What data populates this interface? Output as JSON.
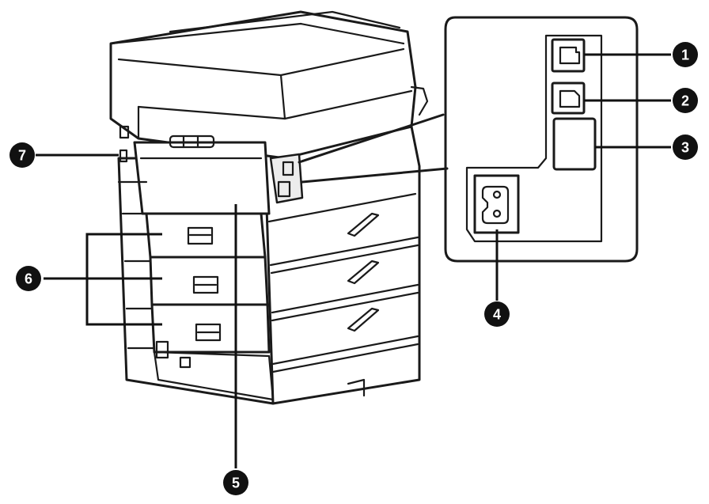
{
  "diagram": {
    "callouts": [
      {
        "id": "1",
        "number": "1"
      },
      {
        "id": "2",
        "number": "2"
      },
      {
        "id": "3",
        "number": "3"
      },
      {
        "id": "4",
        "number": "4"
      },
      {
        "id": "5",
        "number": "5"
      },
      {
        "id": "6",
        "number": "6"
      },
      {
        "id": "7",
        "number": "7"
      }
    ]
  }
}
